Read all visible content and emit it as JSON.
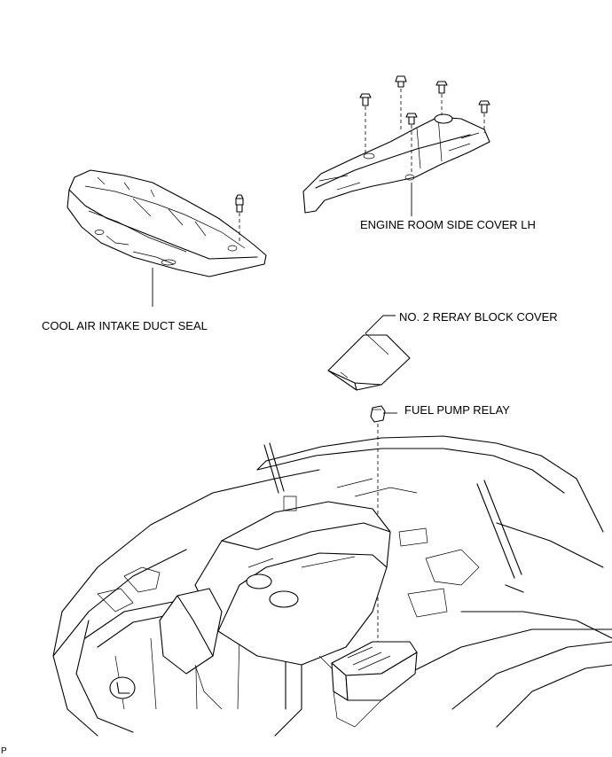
{
  "labels": {
    "engine_room_side_cover": "ENGINE ROOM SIDE COVER LH",
    "cool_air_intake_duct_seal": "COOL AIR INTAKE DUCT SEAL",
    "relay_block_cover": "NO. 2 RERAY BLOCK COVER",
    "fuel_pump_relay": "FUEL PUMP RELAY",
    "corner_mark": "P"
  }
}
